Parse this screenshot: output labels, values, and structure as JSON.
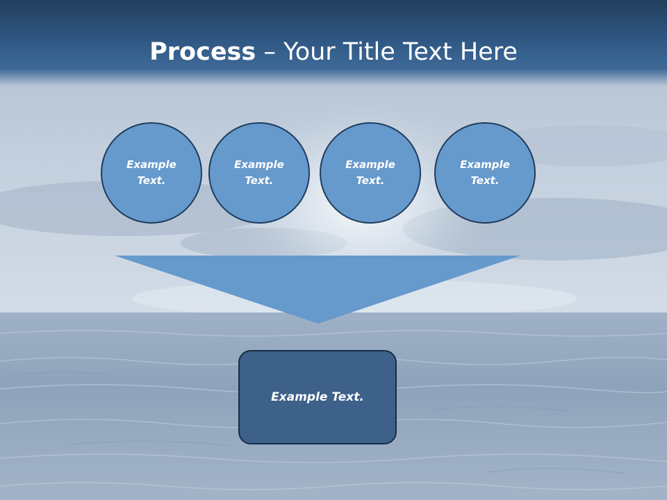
{
  "slide": {
    "title_bold": "Process",
    "title_rest": " – Your Title Text Here"
  },
  "circles": [
    {
      "label": "Example Text."
    },
    {
      "label": "Example Text."
    },
    {
      "label": "Example Text."
    },
    {
      "label": "Example Text."
    }
  ],
  "result": {
    "label": "Example Text."
  },
  "colors": {
    "circle_fill": "#6699cc",
    "circle_border": "#1f3c5c",
    "funnel_fill": "#6699cc",
    "result_fill": "#3d6189",
    "title_band": "#2f5682"
  }
}
